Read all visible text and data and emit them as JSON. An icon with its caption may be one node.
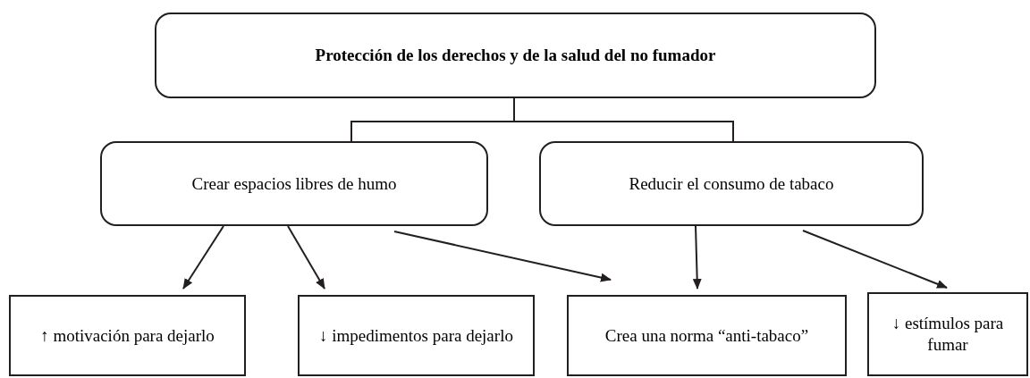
{
  "diagram": {
    "nodes": [
      {
        "text": [
          "Protección de los derechos y de la salud del no fumador"
        ]
      },
      {
        "text": [
          "Crear espacios libres de humo"
        ]
      },
      {
        "text": [
          "Reducir el consumo de tabaco"
        ]
      },
      {
        "text": [
          "↑ motivación para dejarlo"
        ]
      },
      {
        "text": [
          "↓ impedimentos para dejarlo"
        ]
      },
      {
        "text": [
          "Crea una norma “anti-tabaco”"
        ]
      },
      {
        "text": [
          "↓ estímulos para fumar"
        ]
      }
    ],
    "edges": [
      {
        "from": 0,
        "to": 1,
        "arrow": "none"
      },
      {
        "from": 0,
        "to": 2,
        "arrow": "none"
      },
      {
        "from": 1,
        "to": 3,
        "arrow": "to"
      },
      {
        "from": 1,
        "to": 4,
        "arrow": "to"
      },
      {
        "from": 1,
        "to": 5,
        "arrow": "to"
      },
      {
        "from": 2,
        "to": 5,
        "arrow": "to"
      },
      {
        "from": 2,
        "to": 6,
        "arrow": "to"
      }
    ]
  }
}
